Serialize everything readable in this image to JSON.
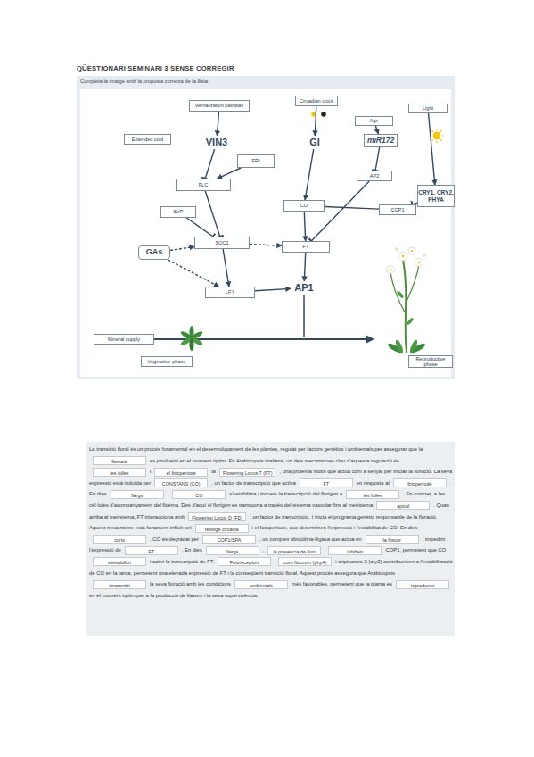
{
  "diagram": {
    "title": "QÜESTIONARI SEMINARI 3 SENSE CORREGIR",
    "nodes": [
      {
        "text": [
          "Vernalization pathway"
        ]
      },
      {
        "text": [
          "Circadian clock"
        ]
      },
      {
        "text": [
          "Age"
        ]
      },
      {
        "text": [
          "Light"
        ]
      },
      {
        "text": [
          "Extended cold"
        ]
      },
      {
        "text": [
          "VIN3"
        ]
      },
      {
        "text": [
          "GI"
        ]
      },
      {
        "text": [
          "miR172"
        ]
      },
      {
        "text": [
          "FRI"
        ]
      },
      {
        "text": [
          "AP2"
        ]
      },
      {
        "text": [
          "FLC"
        ]
      },
      {
        "text": [
          "CRY1, CRY2, PHYA"
        ]
      },
      {
        "text": [
          "SVP"
        ]
      },
      {
        "text": [
          "CO"
        ]
      },
      {
        "text": [
          "COP1"
        ]
      },
      {
        "text": [
          "GAs"
        ]
      },
      {
        "text": [
          "SOC1"
        ]
      },
      {
        "text": [
          "FT"
        ]
      },
      {
        "text": [
          "LFY"
        ]
      },
      {
        "text": [
          "AP1"
        ]
      },
      {
        "text": [
          "Mineral supply"
        ]
      },
      {
        "text": [
          "Vegetative phase"
        ]
      },
      {
        "text": [
          "Reproductive phase"
        ]
      }
    ],
    "edges": [
      {
        "from": 0,
        "to": 5,
        "arrow": "to"
      },
      {
        "from": 1,
        "to": 6,
        "arrow": "to"
      },
      {
        "from": 2,
        "to": 7,
        "arrow": "to"
      },
      {
        "from": 3,
        "to": 11,
        "arrow": "to"
      },
      {
        "from": 5,
        "to": 10,
        "arrow": "to"
      },
      {
        "from": 8,
        "to": 10,
        "arrow": "to"
      },
      {
        "from": 6,
        "to": 13,
        "arrow": "to"
      },
      {
        "from": 7,
        "to": 9,
        "arrow": "to"
      },
      {
        "from": 10,
        "to": 16,
        "arrow": "to"
      },
      {
        "from": 12,
        "to": 16,
        "arrow": "to"
      },
      {
        "from": 11,
        "to": 14,
        "arrow": "to"
      },
      {
        "from": 14,
        "to": 13,
        "arrow": "to"
      },
      {
        "from": 9,
        "to": 17,
        "arrow": "to"
      },
      {
        "from": 13,
        "to": 17,
        "arrow": "to"
      },
      {
        "from": 15,
        "to": 16,
        "arrow": "to"
      },
      {
        "from": 15,
        "to": 18,
        "arrow": "to"
      },
      {
        "from": 16,
        "to": 17,
        "arrow": "to"
      },
      {
        "from": 16,
        "to": 18,
        "arrow": "to"
      },
      {
        "from": 17,
        "to": 19,
        "arrow": "to"
      },
      {
        "from": 18,
        "to": 19,
        "arrow": "to"
      }
    ],
    "labels": [
      "Completa la imatge amb la proposta correcta de la llista.",
      "La transició floral és un procés fonamental en el desenvolupament de les plantes, regulat per factors genètics i ambientals per assegurar que la",
      "floració",
      "es produeixi en el moment òptim. En Arabidopsis thaliana, un dels mecanismes clau d'aquesta regulació és",
      "les fulles",
      "i",
      "el fotoperíode",
      "la",
      "Flowering Locus T (FT)",
      ", una proteïna mòbil que actua com a senyal per iniciar la floració. La seva expressió està induïda per",
      "CONSTANS (CO)",
      ", un factor de transcripció que activa",
      "FT",
      "en resposta al",
      "fotoperíode",
      ". En dies",
      "llargs",
      ",",
      "CO",
      "s'estabilitza i indueix la transcripció del florigen a",
      "les fulles",
      ". En concret, a les cèl·lules d'acompanyament del floema. Des d'aquí el florigen es transporta a través del sistema vascular fins al meristema",
      "apical",
      ". Quan arriba al meristema, FT interacciona amb",
      "Flowering Locus D (FD)",
      ", un factor de transcripció. I inicia el programa genètic responsable de la floració. Aquest mecanisme està fortament influït pel",
      "rellotge circadià",
      "i el fotoperíode, que determinen l'expressió i l'estabilitat de CO. En dies",
      "curts",
      ", CO és degradat per",
      "COP1/SPA",
      ", un complex ubiqüitina-lligasa que actua en",
      "la foscor",
      ", impedint l'expressió de",
      "FT",
      ". En dies",
      "llargs",
      ",",
      "la presència de llum",
      "inhibeix",
      "COP1, permetent que CO",
      "s'estabilitzi",
      "i activi la transcripció de FT.",
      "Fotoreceptors",
      "com fitocrom (phyA)",
      "i criptocrom 2 (cry2) contribueixen a l'estabilització de CO en la tarda, permetent una elevada expressió de FT i la conseqüent transició floral. Aquest procés assegura que Arabidopsis",
      "sincronitzi",
      "la seva floració amb les condicions",
      "ambientals",
      "més favorables, permetent que la planta es",
      "reprodueixi",
      "en el moment òptim per a la producció de llavors i la seva supervivència."
    ]
  }
}
